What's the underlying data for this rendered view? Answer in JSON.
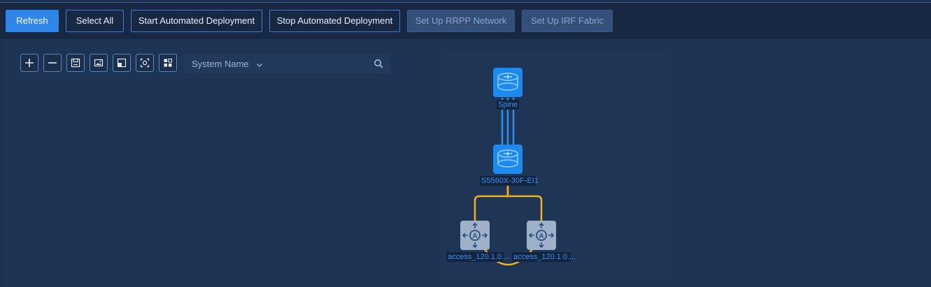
{
  "toolbar": {
    "refresh": "Refresh",
    "select_all": "Select All",
    "start_deploy": "Start Automated Deployment",
    "stop_deploy": "Stop Automated Deployment",
    "setup_rrpp": "Set Up RRPP Network",
    "setup_irf": "Set Up IRF Fabric"
  },
  "tools": {
    "icons": [
      "zoom-in-icon",
      "zoom-out-icon",
      "save-icon",
      "export-image-icon",
      "fit-view-icon",
      "focus-icon",
      "layout-icon"
    ]
  },
  "search": {
    "field_selected": "System Name",
    "placeholder": ""
  },
  "topology": {
    "nodes": [
      {
        "id": "spine",
        "label": "Spine",
        "type": "switch"
      },
      {
        "id": "s5560",
        "label": "S5560X-30F-EI1",
        "type": "switch"
      },
      {
        "id": "access1",
        "label": "access_120.1.0....",
        "type": "access"
      },
      {
        "id": "access2",
        "label": "access_120.1.0....",
        "type": "access"
      }
    ],
    "colors": {
      "uplink": "#2f8df0",
      "downlink": "#f2b01e",
      "switch_fill": "#1d8af0",
      "access_fill": "#9fb1c8"
    }
  }
}
